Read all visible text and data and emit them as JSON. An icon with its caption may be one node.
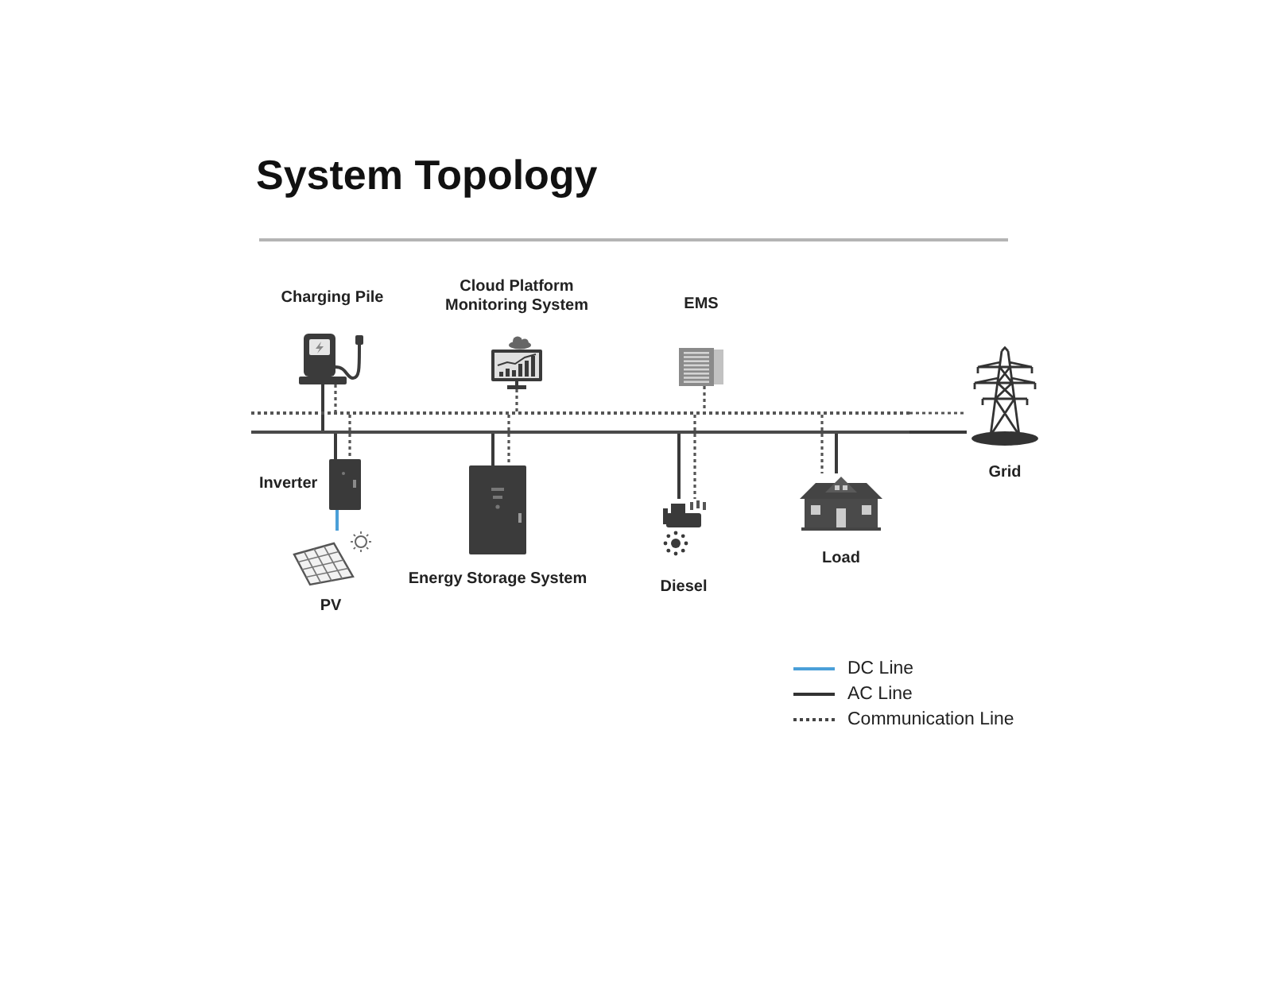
{
  "diagram": {
    "title": "System Topology",
    "nodes": [
      {
        "text": [
          "Charging Pile"
        ]
      },
      {
        "text": [
          "Cloud Platform Monitoring System"
        ]
      },
      {
        "text": [
          "EMS"
        ]
      },
      {
        "text": [],
        "shape": "bar"
      },
      {
        "text": [],
        "shape": "bar"
      },
      {
        "text": [
          "Grid"
        ]
      },
      {
        "text": [
          "Inverter"
        ]
      },
      {
        "text": [
          "Energy Storage System"
        ]
      },
      {
        "text": [
          "Load"
        ]
      },
      {
        "text": [
          "Diesel"
        ]
      },
      {
        "text": [
          "PV"
        ]
      }
    ],
    "edges": [
      {
        "from": 0,
        "to": 4,
        "arrow": "none"
      },
      {
        "from": 0,
        "to": 3,
        "arrow": "none",
        "style": "dashed"
      },
      {
        "from": 1,
        "to": 3,
        "arrow": "none",
        "style": "dashed"
      },
      {
        "from": 2,
        "to": 3,
        "arrow": "none",
        "style": "dashed"
      },
      {
        "from": 3,
        "to": 5,
        "arrow": "none",
        "style": "dashed"
      },
      {
        "from": 4,
        "to": 5,
        "arrow": "none"
      },
      {
        "from": 4,
        "to": 6,
        "arrow": "none"
      },
      {
        "from": 3,
        "to": 6,
        "arrow": "none",
        "style": "dashed"
      },
      {
        "from": 4,
        "to": 7,
        "arrow": "none"
      },
      {
        "from": 3,
        "to": 7,
        "arrow": "none",
        "style": "dashed"
      },
      {
        "from": 4,
        "to": 9,
        "arrow": "none"
      },
      {
        "from": 3,
        "to": 9,
        "arrow": "none",
        "style": "dashed"
      },
      {
        "from": 3,
        "to": 8,
        "arrow": "none",
        "style": "dashed"
      },
      {
        "from": 4,
        "to": 8,
        "arrow": "none"
      },
      {
        "from": 6,
        "to": 10,
        "arrow": "none",
        "color": "#4a9fd8"
      }
    ],
    "legend": [
      {
        "text": "DC Line"
      },
      {
        "text": "AC Line"
      },
      {
        "text": "Communication Line"
      }
    ]
  }
}
